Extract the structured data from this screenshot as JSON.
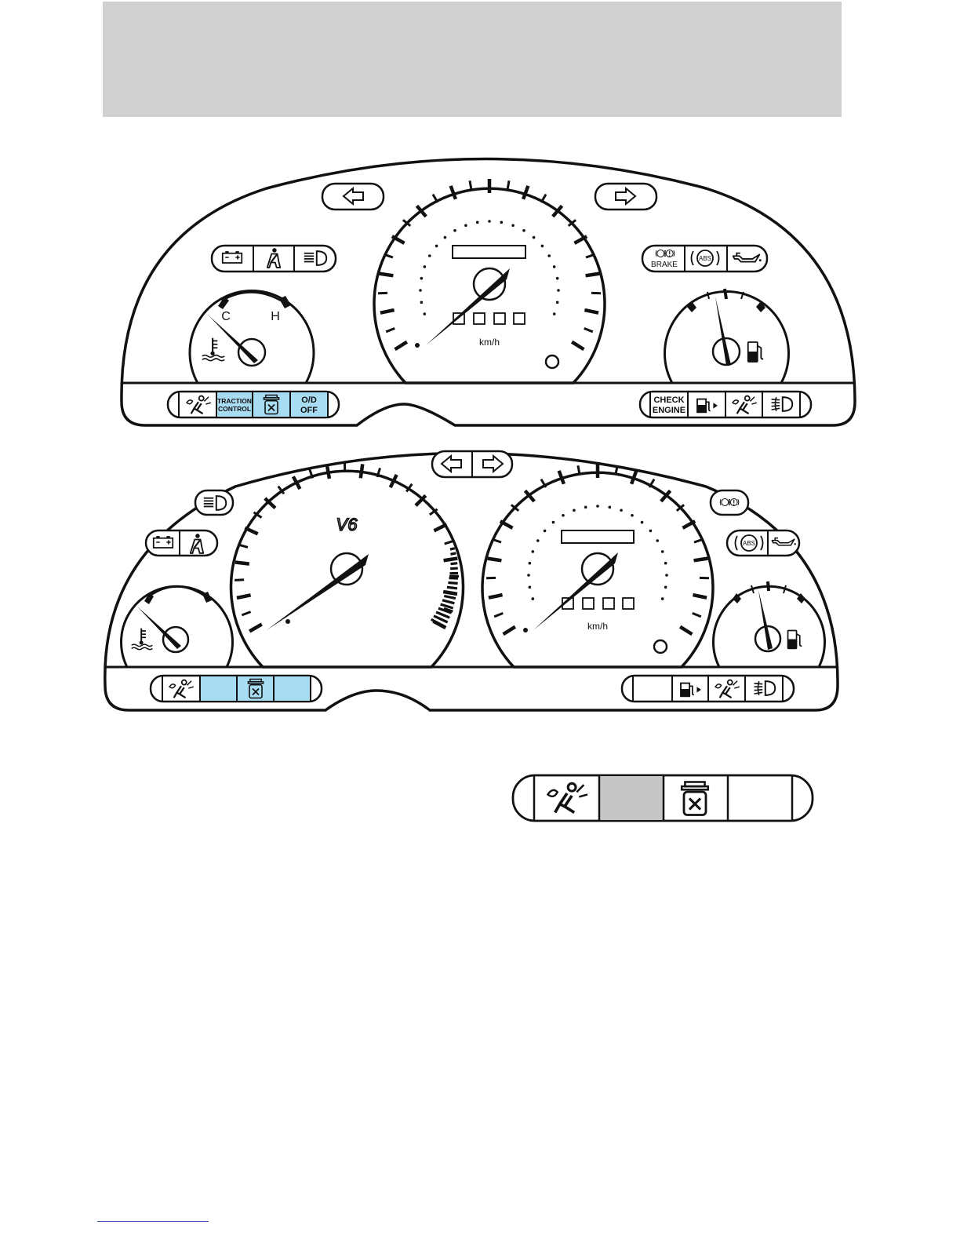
{
  "page": {
    "footer_rule_color": "#3a53b0",
    "header_band_color": "#d0d0d0"
  },
  "colors": {
    "highlight": "#a8dcf3",
    "inset_gray": "#c6c6c6",
    "line": "#111111"
  },
  "cluster1": {
    "temp_gauge": {
      "cold_label": "C",
      "hot_label": "H"
    },
    "speedo": {
      "unit": "km/h"
    },
    "top_left_warnings": [
      "battery-icon",
      "seatbelt-icon",
      "headlamp-icon"
    ],
    "top_right_warnings": {
      "brake_label": "BRAKE",
      "abs_label": "ABS",
      "oil": "oil-can-icon"
    },
    "bottom_left_strip": {
      "airbag": "airbag-icon",
      "traction_line1": "TRACTION",
      "traction_line2": "CONTROL",
      "fuel_cap": "fuel-cap-icon",
      "od_line1": "O/D",
      "od_line2": "OFF"
    },
    "bottom_right_strip": {
      "check_line1": "CHECK",
      "check_line2": "ENGINE",
      "low_fuel": "low-fuel-icon",
      "airbag": "airbag-icon",
      "fog": "fog-lamp-icon"
    }
  },
  "cluster2": {
    "tach_badge": "V6",
    "speedo": {
      "unit": "km/h"
    },
    "abs_label": "ABS"
  },
  "inset": {
    "segments": [
      "airbag-icon",
      "blank-gray",
      "fuel-cap-icon",
      "blank"
    ]
  }
}
